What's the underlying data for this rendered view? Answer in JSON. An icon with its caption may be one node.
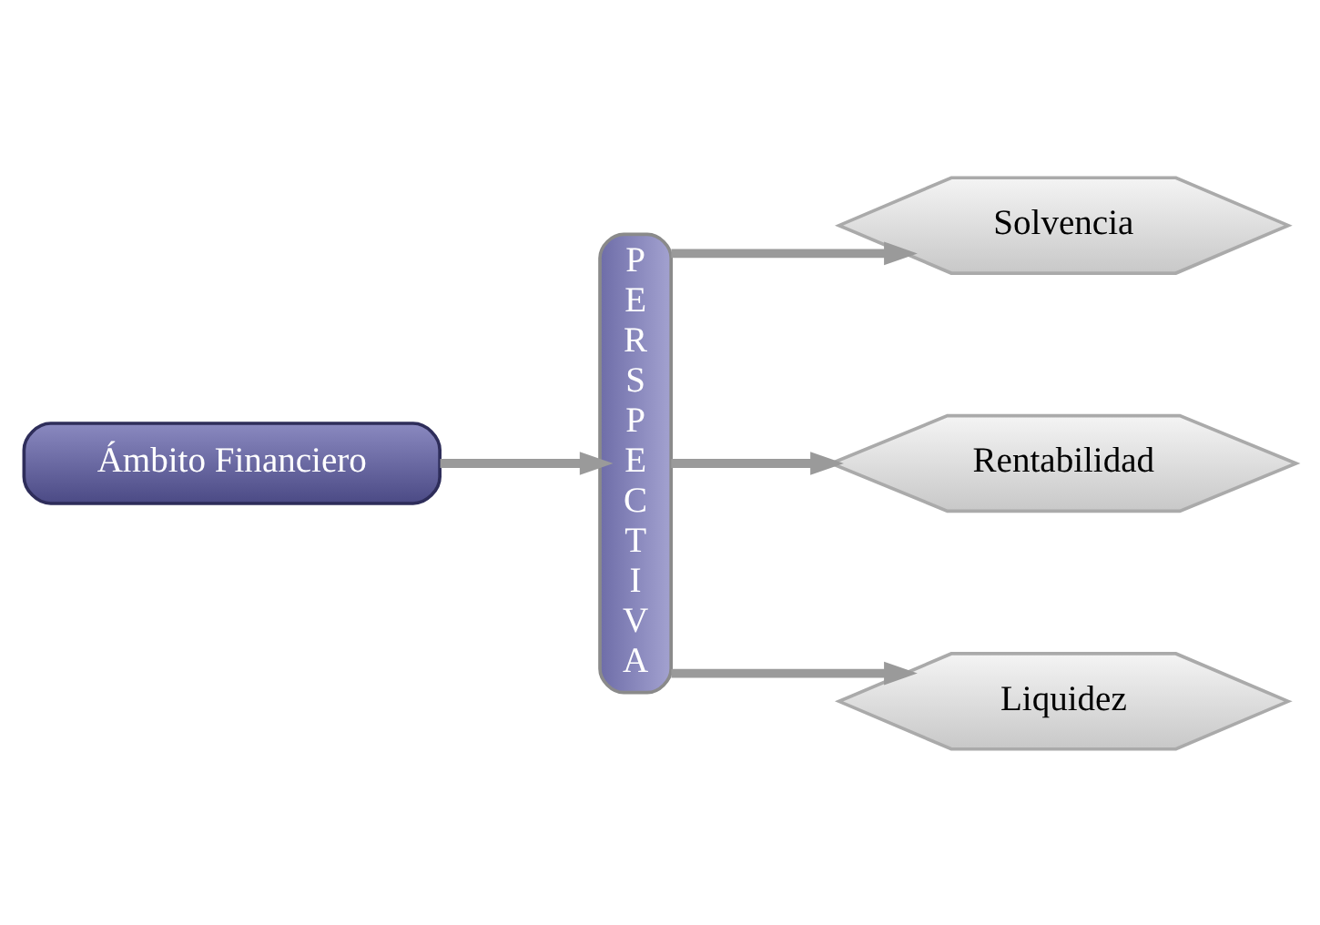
{
  "diagram": {
    "nodes": [
      {
        "text": [
          "Ámbito Financiero"
        ]
      },
      {
        "text": [
          "PERSPECTIVA"
        ]
      },
      {
        "text": [
          "Solvencia"
        ]
      },
      {
        "text": [
          "Rentabilidad"
        ]
      },
      {
        "text": [
          "Liquidez"
        ]
      }
    ],
    "edges": [
      {
        "from": 0,
        "to": 1,
        "arrow": "to"
      },
      {
        "from": 1,
        "to": 2,
        "arrow": "to"
      },
      {
        "from": 1,
        "to": 3,
        "arrow": "to"
      },
      {
        "from": 1,
        "to": 4,
        "arrow": "to"
      }
    ]
  }
}
